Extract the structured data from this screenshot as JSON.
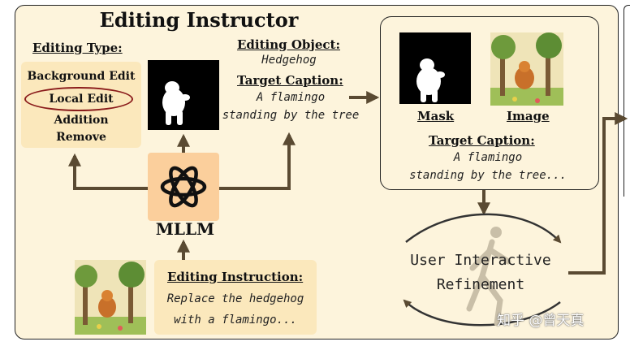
{
  "title": "Editing Instructor",
  "editing_type": {
    "label": "Editing Type:",
    "options": [
      "Background Edit",
      "Local Edit",
      "Addition",
      "Remove"
    ],
    "selected": "Local Edit"
  },
  "editing_object": {
    "label": "Editing Object:",
    "value": "Hedgehog"
  },
  "target_caption_left": {
    "label": "Target Caption:",
    "lines": [
      "A flamingo",
      "standing by the tree"
    ]
  },
  "mllm": {
    "label": "MLLM",
    "icon": "openai-logo-icon"
  },
  "editing_instruction": {
    "label": "Editing Instruction:",
    "lines": [
      "Replace the hedgehog",
      "with a flamingo..."
    ]
  },
  "result": {
    "mask_label": "Mask",
    "image_label": "Image",
    "caption_label": "Target Caption:",
    "caption_lines": [
      "A flamingo",
      "standing by the tree..."
    ]
  },
  "refinement": {
    "lines": [
      "User Interactive",
      "Refinement"
    ]
  },
  "watermark": "知乎 @曾天真",
  "colors": {
    "panel": "#fdf4dc",
    "box": "#fbe8bc",
    "mllm": "#fbcf9c",
    "arrow": "#5a4a32",
    "ellipse": "#8a1b1b"
  }
}
